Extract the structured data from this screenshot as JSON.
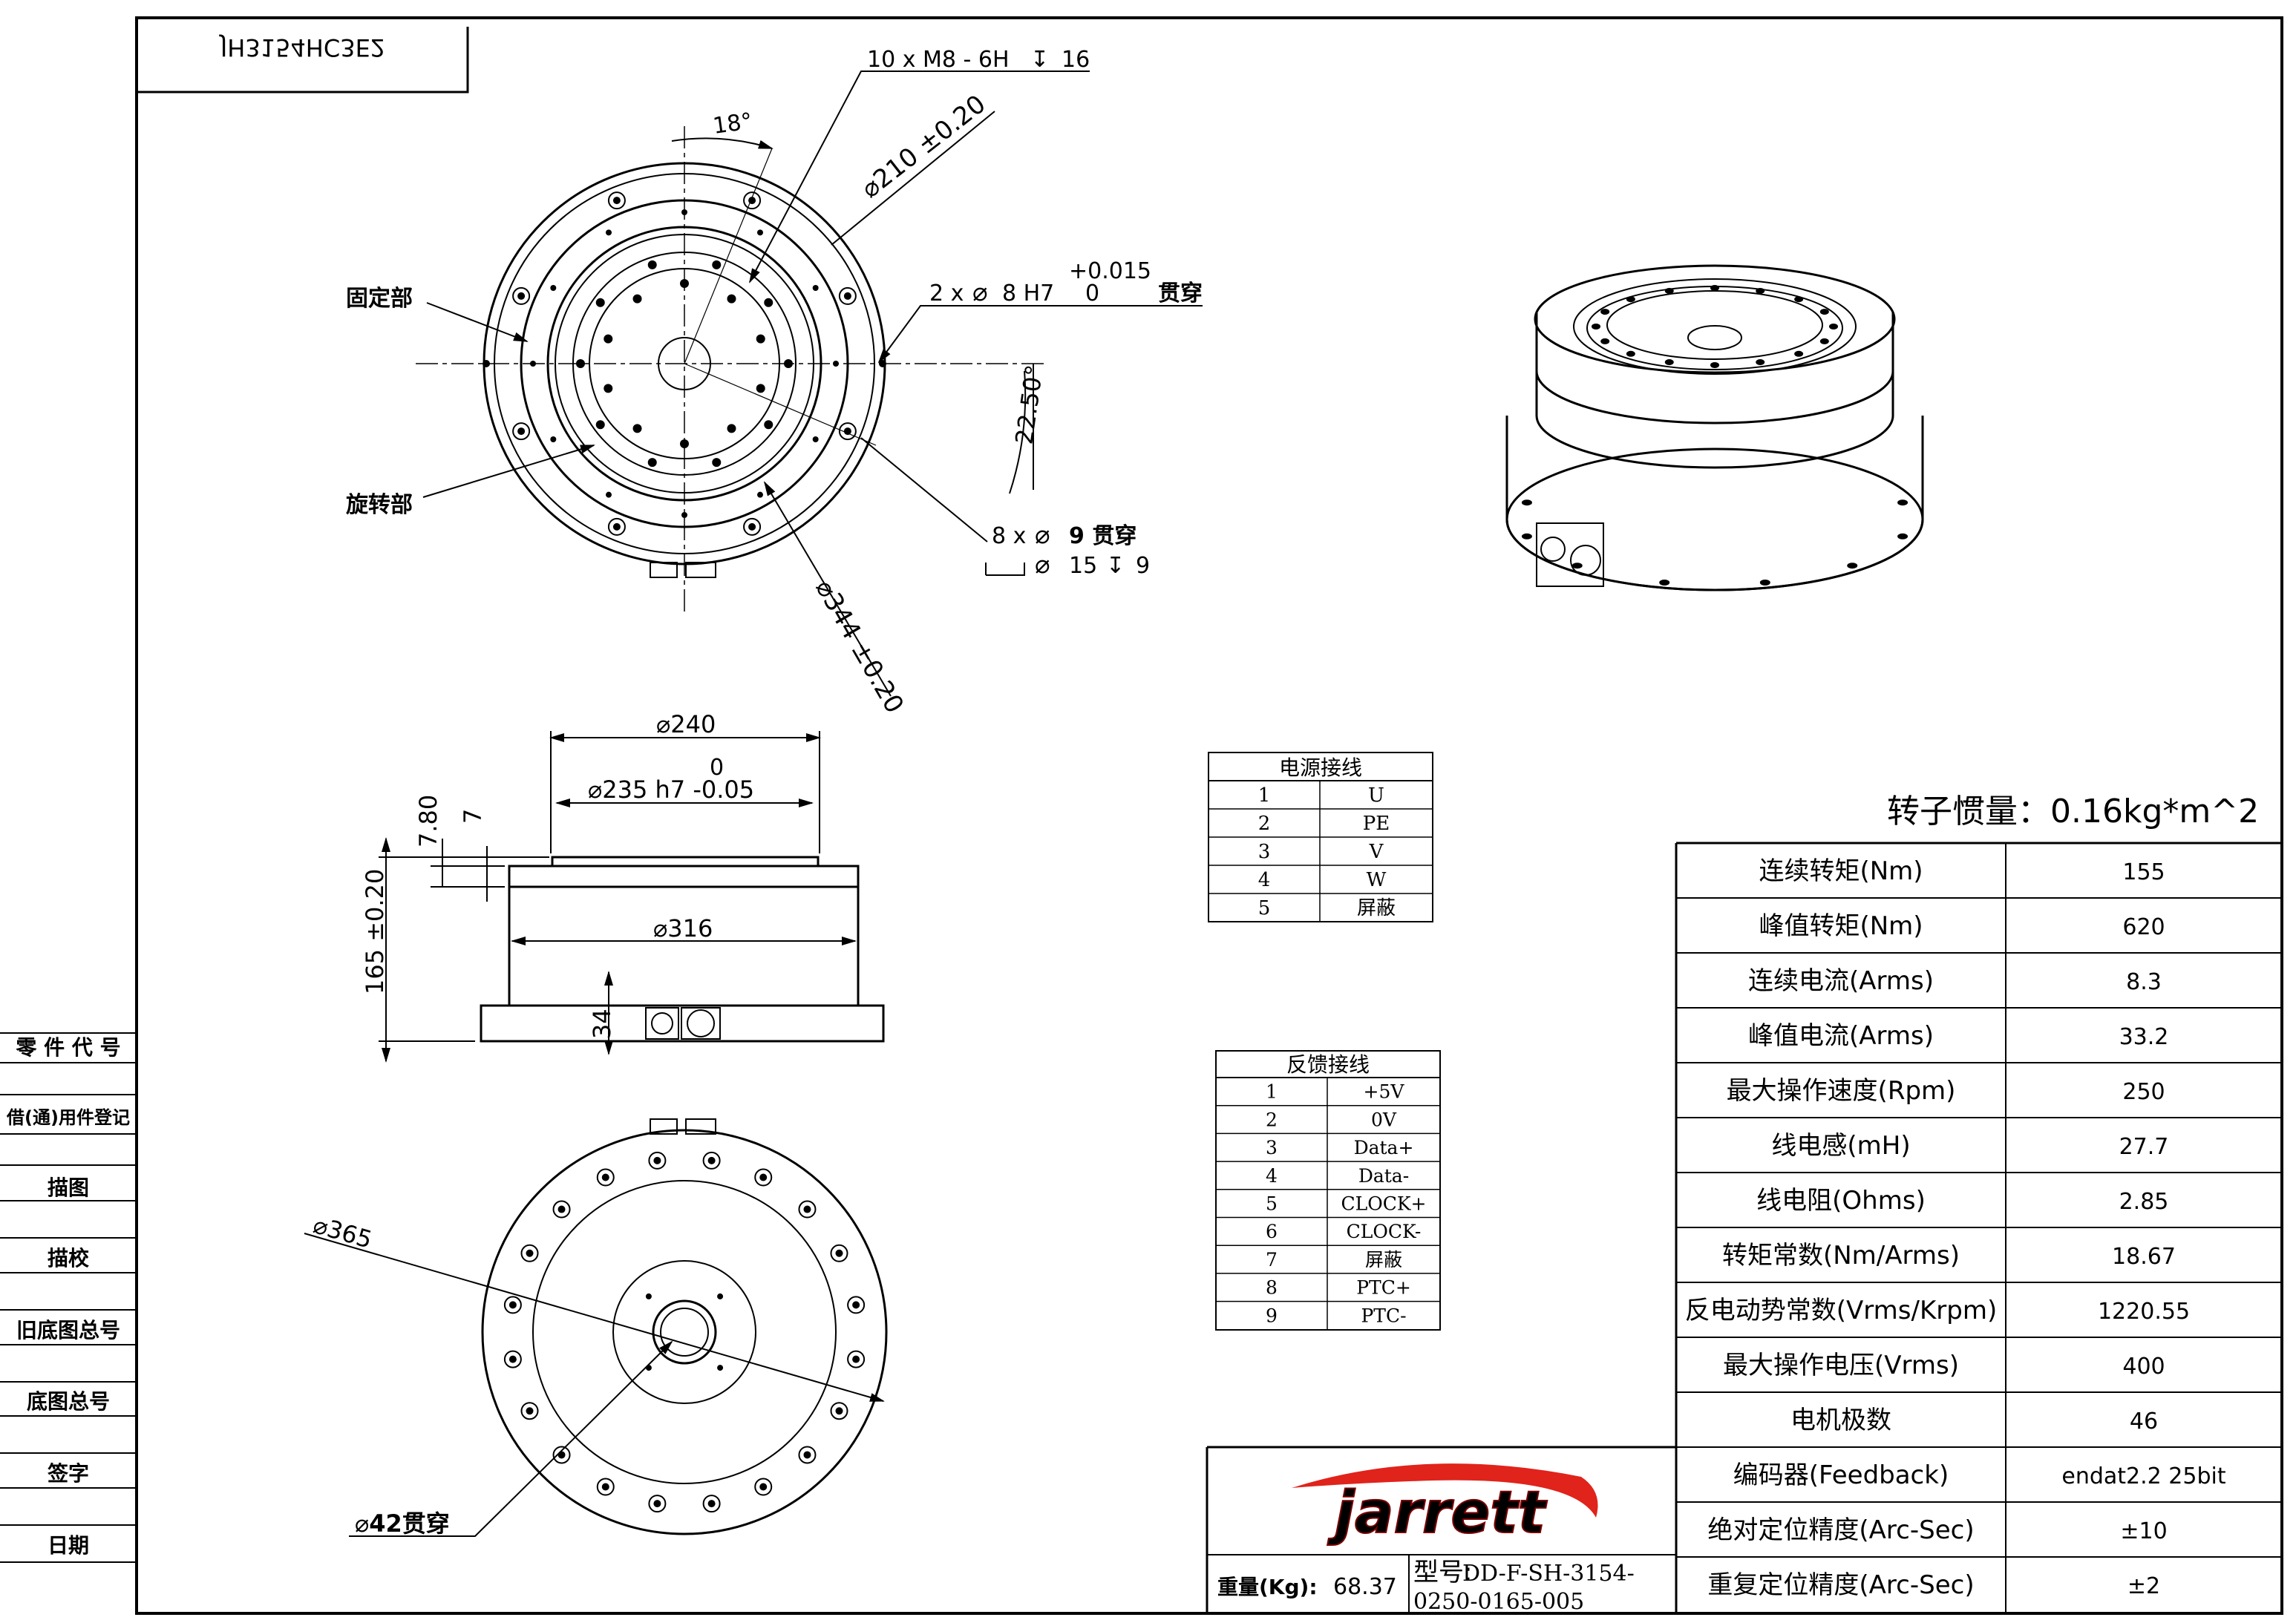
{
  "title_block": {
    "part_ref": "JH3154HC3E2",
    "side_labels": [
      "零 件 代 号",
      "借(通)用件登记",
      "描图",
      "描校",
      "旧底图总号",
      "底图总号",
      "签字",
      "日期"
    ]
  },
  "top_view": {
    "callouts": {
      "tapped_holes": "10 x  M8 - 6H",
      "tapped_depth": "16",
      "angle_18": "18°",
      "dia_210": "210 ±0.20",
      "pin_holes_prefix": "2 x",
      "pin_holes_size": "8 H7",
      "pin_tol_upper": "+0.015",
      "pin_tol_lower": "0",
      "pin_through": "贯穿",
      "angle_22": "22.50°",
      "bolt_holes_prefix": "8 x",
      "bolt_holes_size": "9 贯穿",
      "cbore_size": "15",
      "cbore_depth": "9",
      "dia_344": "344 ±0.20",
      "fixed_part": "固定部",
      "rotating_part": "旋转部"
    }
  },
  "side_view": {
    "callouts": {
      "dia_240": "240",
      "dia_235_upper": "0",
      "dia_235": "235 h7 -0.05",
      "h_780": "7.80",
      "h_7": "7",
      "h_165": "165 ±0.20",
      "dia_316": "316",
      "h_34": "34"
    }
  },
  "bottom_view": {
    "callouts": {
      "dia_365": "365",
      "dia_42": "42贯穿"
    }
  },
  "power_table": {
    "title": "电源接线",
    "rows": [
      {
        "pin": "1",
        "signal": "U"
      },
      {
        "pin": "2",
        "signal": "PE"
      },
      {
        "pin": "3",
        "signal": "V"
      },
      {
        "pin": "4",
        "signal": "W"
      },
      {
        "pin": "5",
        "signal": "屏蔽"
      }
    ]
  },
  "feedback_table": {
    "title": "反馈接线",
    "rows": [
      {
        "pin": "1",
        "signal": "+5V"
      },
      {
        "pin": "2",
        "signal": "0V"
      },
      {
        "pin": "3",
        "signal": "Data+"
      },
      {
        "pin": "4",
        "signal": "Data-"
      },
      {
        "pin": "5",
        "signal": "CLOCK+"
      },
      {
        "pin": "6",
        "signal": "CLOCK-"
      },
      {
        "pin": "7",
        "signal": "屏蔽"
      },
      {
        "pin": "8",
        "signal": "PTC+"
      },
      {
        "pin": "9",
        "signal": "PTC-"
      }
    ]
  },
  "specs": {
    "inertia": "转子惯量：0.16kg*m^2",
    "rows": [
      {
        "label": "连续转矩(Nm)",
        "value": "155"
      },
      {
        "label": "峰值转矩(Nm)",
        "value": "620"
      },
      {
        "label": "连续电流(Arms)",
        "value": "8.3"
      },
      {
        "label": "峰值电流(Arms)",
        "value": "33.2"
      },
      {
        "label": "最大操作速度(Rpm)",
        "value": "250"
      },
      {
        "label": "线电感(mH)",
        "value": "27.7"
      },
      {
        "label": "线电阻(Ohms)",
        "value": "2.85"
      },
      {
        "label": "转矩常数(Nm/Arms)",
        "value": "18.67"
      },
      {
        "label": "反电动势常数(Vrms/Krpm)",
        "value": "1220.55"
      },
      {
        "label": "最大操作电压(Vrms)",
        "value": "400"
      },
      {
        "label": "电机极数",
        "value": "46"
      },
      {
        "label": "编码器(Feedback)",
        "value": "endat2.2 25bit"
      },
      {
        "label": "绝对定位精度(Arc-Sec)",
        "value": "±10"
      },
      {
        "label": "重复定位精度(Arc-Sec)",
        "value": "±2"
      }
    ]
  },
  "footer": {
    "brand": "jarrett",
    "brand_color": "#e0231b",
    "weight_label": "重量(Kg):",
    "weight_value": "68.37",
    "model_label": "型号:",
    "model_line1": "DD-F-SH-3154-",
    "model_line2": "0250-0165-005"
  }
}
